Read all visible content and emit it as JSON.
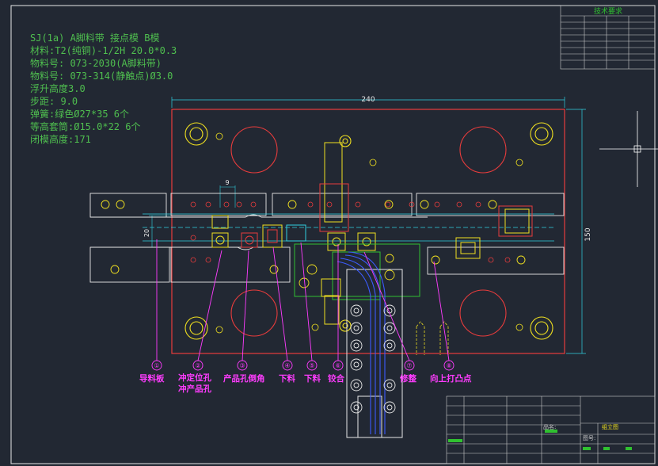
{
  "spec_lines": [
    "SJ(1a)  A脚料带  接点模  B模",
    "材料:T2(纯铜)-1/2H  20.0*0.3",
    "物料号:  073-2030(A脚料带)",
    "物料号:  073-314(静触点)Ø3.0",
    "浮升高度3.0",
    "步距:  9.0",
    "弹簧:绿色Ø27*35    6个",
    "等高套筒:Ø15.0*22    6个",
    "闭模高度:171"
  ],
  "dimensions": {
    "width": "240",
    "height": "150",
    "pitch": "9",
    "strip": "20"
  },
  "callouts": [
    {
      "num": "①",
      "label": "导料板"
    },
    {
      "num": "②",
      "label": "冲定位孔\n冲产品孔"
    },
    {
      "num": "③",
      "label": "产品孔倒角"
    },
    {
      "num": "④",
      "label": "下料"
    },
    {
      "num": "⑤",
      "label": "下料"
    },
    {
      "num": "⑥",
      "label": "铰合"
    },
    {
      "num": "⑦",
      "label": "修整"
    },
    {
      "num": "⑧",
      "label": "向上打凸点"
    }
  ],
  "tech_table": {
    "title": "技术要求"
  },
  "title_block": {
    "name_label": "品名:",
    "name_value": "组立图",
    "no_label": "图号:"
  },
  "colors": {
    "bg": "#222833",
    "frame": "#e8e8e8",
    "plate": "#e83c3c",
    "yellow": "#f0e020",
    "cyan": "#30d0e0",
    "green": "#30c030",
    "magenta": "#ff3cff",
    "blue": "#3c5cff"
  }
}
